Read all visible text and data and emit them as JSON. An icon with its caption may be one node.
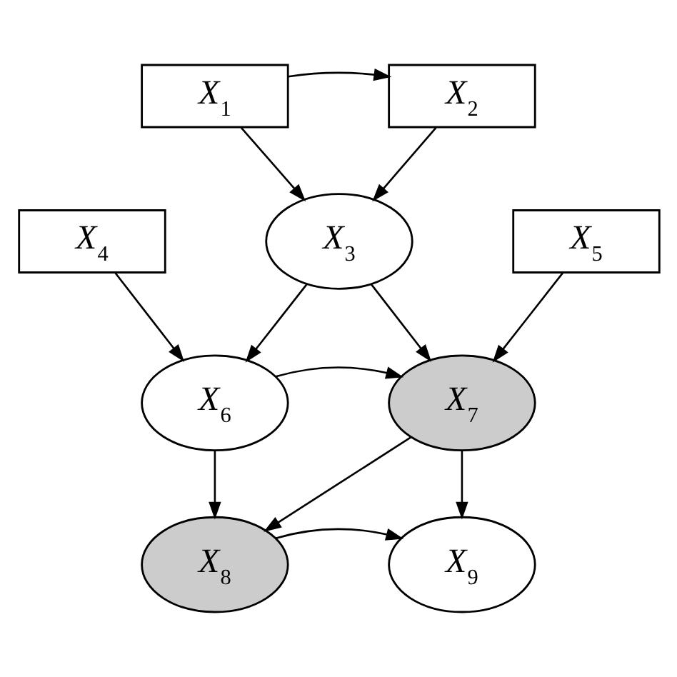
{
  "diagram": {
    "nodes": [
      {
        "text": [
          "X$_{1}$"
        ]
      },
      {
        "text": [
          "X$_{2}$"
        ]
      },
      {
        "text": [
          "X$_{3}$"
        ]
      },
      {
        "text": [
          "X$_{4}$"
        ]
      },
      {
        "text": [
          "X$_{5}$"
        ]
      },
      {
        "text": [
          "X$_{6}$"
        ]
      },
      {
        "text": [
          "X$_{7}$"
        ]
      },
      {
        "text": [
          "X$_{8}$"
        ]
      },
      {
        "text": [
          "X$_{9}$"
        ]
      }
    ],
    "edges": [
      {
        "from": 0,
        "to": 1,
        "arrow": "to"
      },
      {
        "from": 0,
        "to": 2,
        "arrow": "to"
      },
      {
        "from": 1,
        "to": 2,
        "arrow": "to"
      },
      {
        "from": 3,
        "to": 5,
        "arrow": "to"
      },
      {
        "from": 2,
        "to": 5,
        "arrow": "to"
      },
      {
        "from": 2,
        "to": 6,
        "arrow": "to"
      },
      {
        "from": 4,
        "to": 6,
        "arrow": "to"
      },
      {
        "from": 5,
        "to": 6,
        "arrow": "to"
      },
      {
        "from": 5,
        "to": 7,
        "arrow": "to"
      },
      {
        "from": 6,
        "to": 7,
        "arrow": "to"
      },
      {
        "from": 6,
        "to": 8,
        "arrow": "to"
      },
      {
        "from": 7,
        "to": 8,
        "arrow": "to"
      }
    ]
  }
}
